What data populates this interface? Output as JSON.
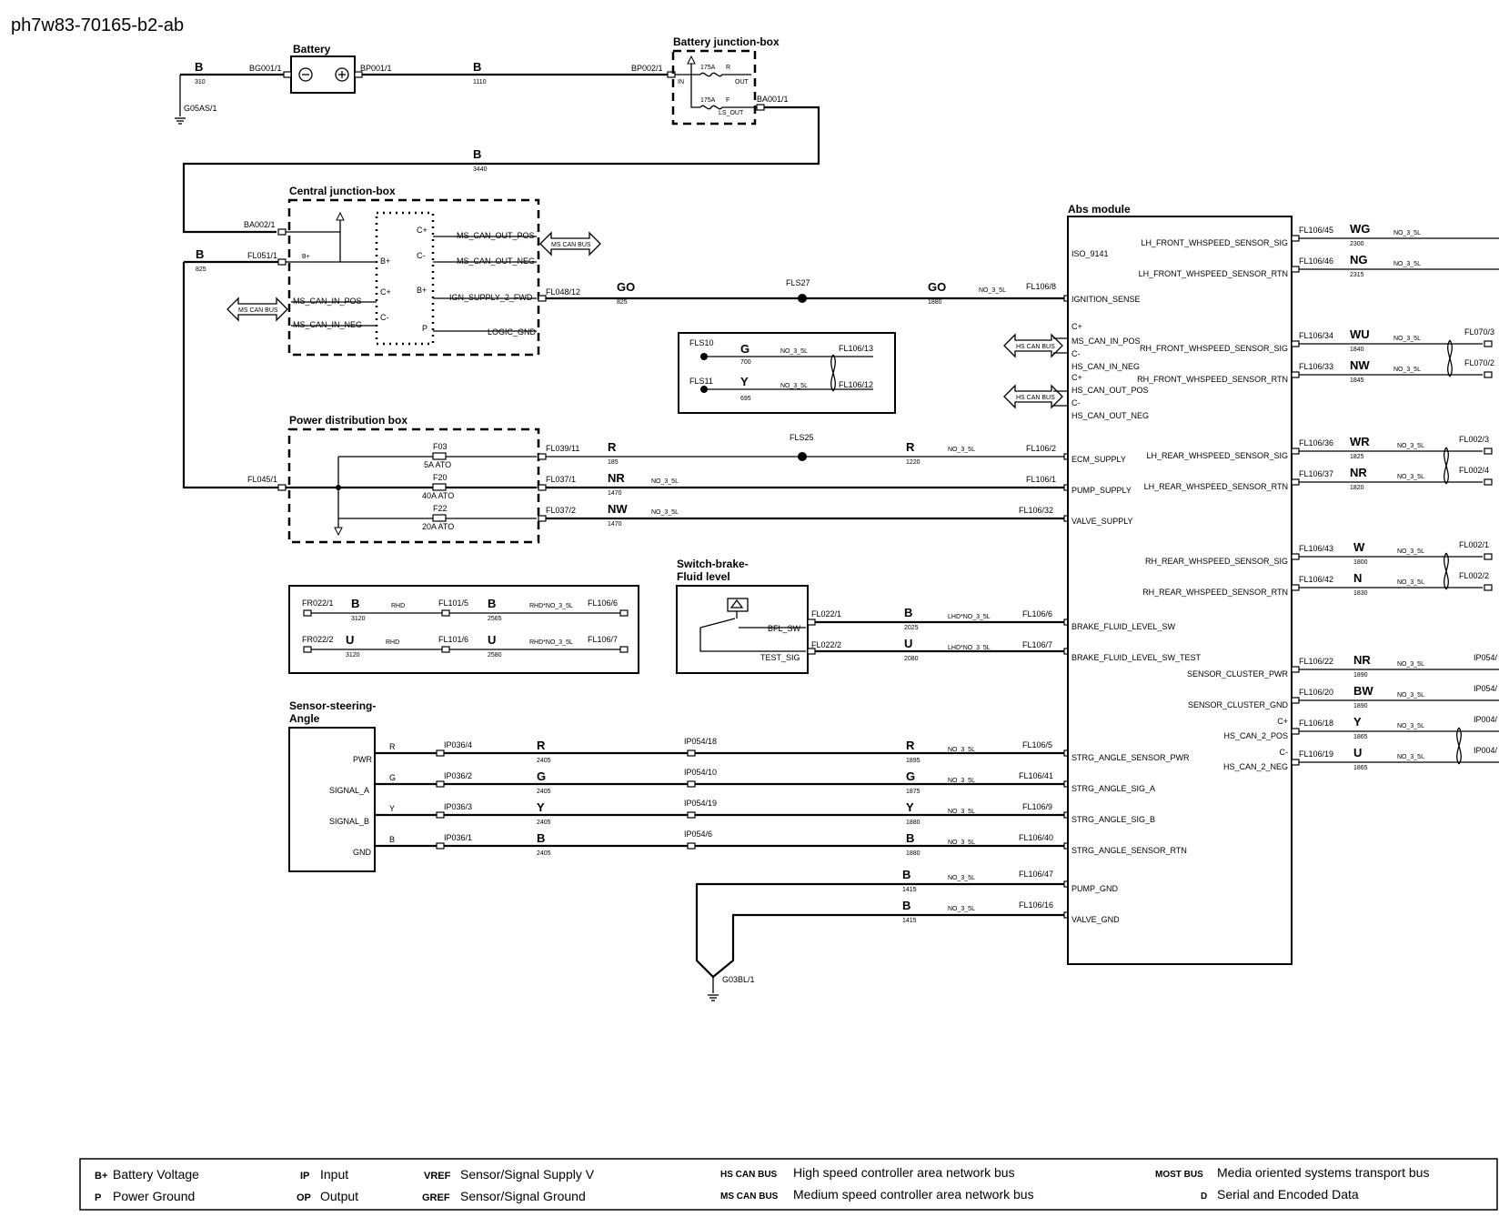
{
  "diagram_id": "ph7w83-70165-b2-ab",
  "components": {
    "battery": {
      "title": "Battery"
    },
    "battery_junction_box": {
      "title": "Battery junction-box",
      "fuse1_rating": "175A",
      "fuse1_pin": "R",
      "fuse2_rating": "175A",
      "fuse2_pin": "F",
      "pin_in": "IN",
      "pin_out": "OUT",
      "pin_ls_out": "LS_OUT"
    },
    "central_junction_box": {
      "title": "Central junction-box"
    },
    "power_distribution_box": {
      "title": "Power distribution box"
    },
    "switch_brake_fluid": {
      "title_line1": "Switch-brake-",
      "title_line2": "Fluid level",
      "pins": [
        "BFL_SW",
        "TEST_SIG"
      ]
    },
    "sensor_steering_angle": {
      "title_line1": "Sensor-steering-",
      "title_line2": "Angle",
      "pins": [
        "PWR",
        "SIGNAL_A",
        "SIGNAL_B",
        "GND"
      ]
    },
    "abs_module": {
      "title": "Abs module"
    }
  },
  "cjb_pins": {
    "inner_left": [
      "B+",
      "C+",
      "C-"
    ],
    "inner_right": [
      "C+",
      "C-",
      "B+",
      "P"
    ],
    "left": [
      "B+",
      "MS_CAN_IN_POS",
      "MS_CAN_IN_NEG"
    ],
    "right": [
      "MS_CAN_OUT_POS",
      "MS_CAN_OUT_NEG",
      "IGN_SUPPLY_2_FWD",
      "LOGIC_GND"
    ]
  },
  "fuses": [
    {
      "id": "F03",
      "rating": "5A ATO"
    },
    {
      "id": "F20",
      "rating": "40A ATO"
    },
    {
      "id": "F22",
      "rating": "20A ATO"
    }
  ],
  "abs_left_pins": [
    "ISO_9141",
    "IGNITION_SENSE",
    "C+",
    "MS_CAN_IN_POS",
    "C-",
    "HS_CAN_IN_NEG",
    "C+",
    "HS_CAN_OUT_POS",
    "C-",
    "HS_CAN_OUT_NEG",
    "ECM_SUPPLY",
    "PUMP_SUPPLY",
    "VALVE_SUPPLY",
    "BRAKE_FLUID_LEVEL_SW",
    "BRAKE_FLUID_LEVEL_SW_TEST",
    "STRG_ANGLE_SENSOR_PWR",
    "STRG_ANGLE_SIG_A",
    "STRG_ANGLE_SIG_B",
    "STRG_ANGLE_SENSOR_RTN",
    "PUMP_GND",
    "VALVE_GND"
  ],
  "abs_right_pins": [
    "LH_FRONT_WHSPEED_SENSOR_SIG",
    "LH_FRONT_WHSPEED_SENSOR_RTN",
    "RH_FRONT_WHSPEED_SENSOR_SIG",
    "RH_FRONT_WHSPEED_SENSOR_RTN",
    "LH_REAR_WHSPEED_SENSOR_SIG",
    "LH_REAR_WHSPEED_SENSOR_RTN",
    "RH_REAR_WHSPEED_SENSOR_SIG",
    "RH_REAR_WHSPEED_SENSOR_RTN",
    "SENSOR_CLUSTER_PWR",
    "SENSOR_CLUSTER_GND",
    "C+",
    "HS_CAN_2_POS",
    "C-",
    "HS_CAN_2_NEG"
  ],
  "right_wires": [
    {
      "conn": "FL106/45",
      "color": "WG",
      "circuit": "2300",
      "opt": "NO_3_5L",
      "end": ""
    },
    {
      "conn": "FL106/46",
      "color": "NG",
      "circuit": "2315",
      "opt": "NO_3_5L",
      "end": ""
    },
    {
      "conn": "FL106/34",
      "color": "WU",
      "circuit": "1840",
      "opt": "NO_3_5L",
      "end": "FL070/3"
    },
    {
      "conn": "FL106/33",
      "color": "NW",
      "circuit": "1845",
      "opt": "NO_3_5L",
      "end": "FL070/2"
    },
    {
      "conn": "FL106/36",
      "color": "WR",
      "circuit": "1825",
      "opt": "NO_3_5L",
      "end": "FL002/3"
    },
    {
      "conn": "FL106/37",
      "color": "NR",
      "circuit": "1820",
      "opt": "NO_3_5L",
      "end": "FL002/4"
    },
    {
      "conn": "FL106/43",
      "color": "W",
      "circuit": "1800",
      "opt": "NO_3_5L",
      "end": "FL002/1"
    },
    {
      "conn": "FL106/42",
      "color": "N",
      "circuit": "1830",
      "opt": "NO_3_5L",
      "end": "FL002/2"
    },
    {
      "conn": "FL106/22",
      "color": "NR",
      "circuit": "1890",
      "opt": "NO_3_5L",
      "end": "IP054/"
    },
    {
      "conn": "FL106/20",
      "color": "BW",
      "circuit": "1890",
      "opt": "NO_3_5L",
      "end": "IP054/"
    },
    {
      "conn": "FL106/18",
      "color": "Y",
      "circuit": "1865",
      "opt": "NO_3_5L",
      "end": "IP004/"
    },
    {
      "conn": "FL106/19",
      "color": "U",
      "circuit": "1865",
      "opt": "NO_3_5L",
      "end": "IP004/"
    }
  ],
  "wires": {
    "batt_gnd": {
      "conn": "BG001/1",
      "color": "B",
      "circuit": "310",
      "ground": "G05AS/1"
    },
    "batt_pos": {
      "conn1": "BP001/1",
      "color": "B",
      "circuit": "1110",
      "conn2": "BP002/1"
    },
    "bjb_out": {
      "conn": "BA001/1",
      "color": "B",
      "circuit": "3440"
    },
    "cjb_in": {
      "conn": "BA002/1"
    },
    "b_825": {
      "conn": "FL051/1",
      "color": "B",
      "circuit": "825"
    },
    "pdb_in": {
      "conn": "FL045/1"
    },
    "ign": {
      "conn1": "FL048/12",
      "color1": "GO",
      "circuit1": "825",
      "splice": "FLS27",
      "color2": "GO",
      "circuit2": "1880",
      "opt": "NO_3_5L",
      "conn2": "FL106/8"
    },
    "ecm": {
      "conn1": "FL039/11",
      "color1": "R",
      "circuit1": "185",
      "splice": "FLS25",
      "color2": "R",
      "circuit2": "1220",
      "opt": "NO_3_5L",
      "conn2": "FL106/2"
    },
    "pump": {
      "conn1": "FL037/1",
      "color": "NR",
      "circuit": "1470",
      "opt": "NO_3_5L",
      "conn2": "FL106/1"
    },
    "valve": {
      "conn1": "FL037/2",
      "color": "NW",
      "circuit": "1470",
      "opt": "NO_3_5L",
      "conn2": "FL106/32"
    },
    "bfl_sw": {
      "conn1": "FL022/1",
      "color": "B",
      "circuit": "2025",
      "opt": "LHD*NO_3_5L",
      "conn2": "FL106/6"
    },
    "test_sig": {
      "conn1": "FL022/2",
      "color": "U",
      "circuit": "2080",
      "opt": "LHD*NO_3_5L",
      "conn2": "FL106/7"
    },
    "pump_gnd": {
      "color": "B",
      "circuit": "1415",
      "opt": "NO_3_5L",
      "conn": "FL106/47"
    },
    "valve_gnd": {
      "color": "B",
      "circuit": "1415",
      "opt": "NO_3_5L",
      "conn": "FL106/16",
      "ground": "G03BL/1"
    }
  },
  "steering_wires": [
    {
      "short": "R",
      "conn1": "IP036/4",
      "color": "R",
      "circuit1": "2405",
      "conn2": "IP054/18",
      "color2": "R",
      "circuit2": "1895",
      "opt": "NO_3_5L",
      "conn3": "FL106/5"
    },
    {
      "short": "G",
      "conn1": "IP036/2",
      "color": "G",
      "circuit1": "2405",
      "conn2": "IP054/10",
      "color2": "G",
      "circuit2": "1875",
      "opt": "NO_3_5L",
      "conn3": "FL106/41"
    },
    {
      "short": "Y",
      "conn1": "IP036/3",
      "color": "Y",
      "circuit1": "2405",
      "conn2": "IP054/19",
      "color2": "Y",
      "circuit2": "1880",
      "opt": "NO_3_5L",
      "conn3": "FL106/9"
    },
    {
      "short": "B",
      "conn1": "IP036/1",
      "color": "B",
      "circuit1": "2405",
      "conn2": "IP054/6",
      "color2": "B",
      "circuit2": "1880",
      "opt": "NO_3_5L",
      "conn3": "FL106/40"
    }
  ],
  "inset_splices": [
    {
      "splice": "FLS10",
      "color": "G",
      "circuit": "700",
      "opt": "NO_3_5L",
      "conn": "FL106/13"
    },
    {
      "splice": "FLS11",
      "color": "Y",
      "circuit": "695",
      "opt": "NO_3_5L",
      "conn": "FL106/12"
    }
  ],
  "inset_rhd": [
    {
      "conn1": "FR022/1",
      "color1": "B",
      "circuit1": "3120",
      "opt1": "RHD",
      "conn2": "FL101/5",
      "color2": "B",
      "circuit2": "2565",
      "opt2": "RHD*NO_3_5L",
      "conn3": "FL106/6"
    },
    {
      "conn1": "FR022/2",
      "color1": "U",
      "circuit1": "3120",
      "opt1": "RHD",
      "conn2": "FL101/6",
      "color2": "U",
      "circuit2": "2580",
      "opt2": "RHD*NO_3_5L",
      "conn3": "FL106/7"
    }
  ],
  "bus_labels": {
    "ms1": "MS CAN BUS",
    "ms2": "MS CAN BUS",
    "hs1": "HS CAN BUS",
    "hs2": "HS CAN BUS"
  },
  "legend": [
    {
      "abbr": "B+",
      "desc": "Battery Voltage"
    },
    {
      "abbr": "P",
      "desc": "Power Ground"
    },
    {
      "abbr": "IP",
      "desc": "Input"
    },
    {
      "abbr": "OP",
      "desc": "Output"
    },
    {
      "abbr": "VREF",
      "desc": "Sensor/Signal Supply V"
    },
    {
      "abbr": "GREF",
      "desc": "Sensor/Signal Ground"
    },
    {
      "abbr": "HS CAN BUS",
      "desc": "High speed controller area network bus"
    },
    {
      "abbr": "MS CAN BUS",
      "desc": "Medium speed controller area network bus"
    },
    {
      "abbr": "MOST BUS",
      "desc": "Media oriented systems transport bus"
    },
    {
      "abbr": "D",
      "desc": "Serial and Encoded Data"
    }
  ]
}
